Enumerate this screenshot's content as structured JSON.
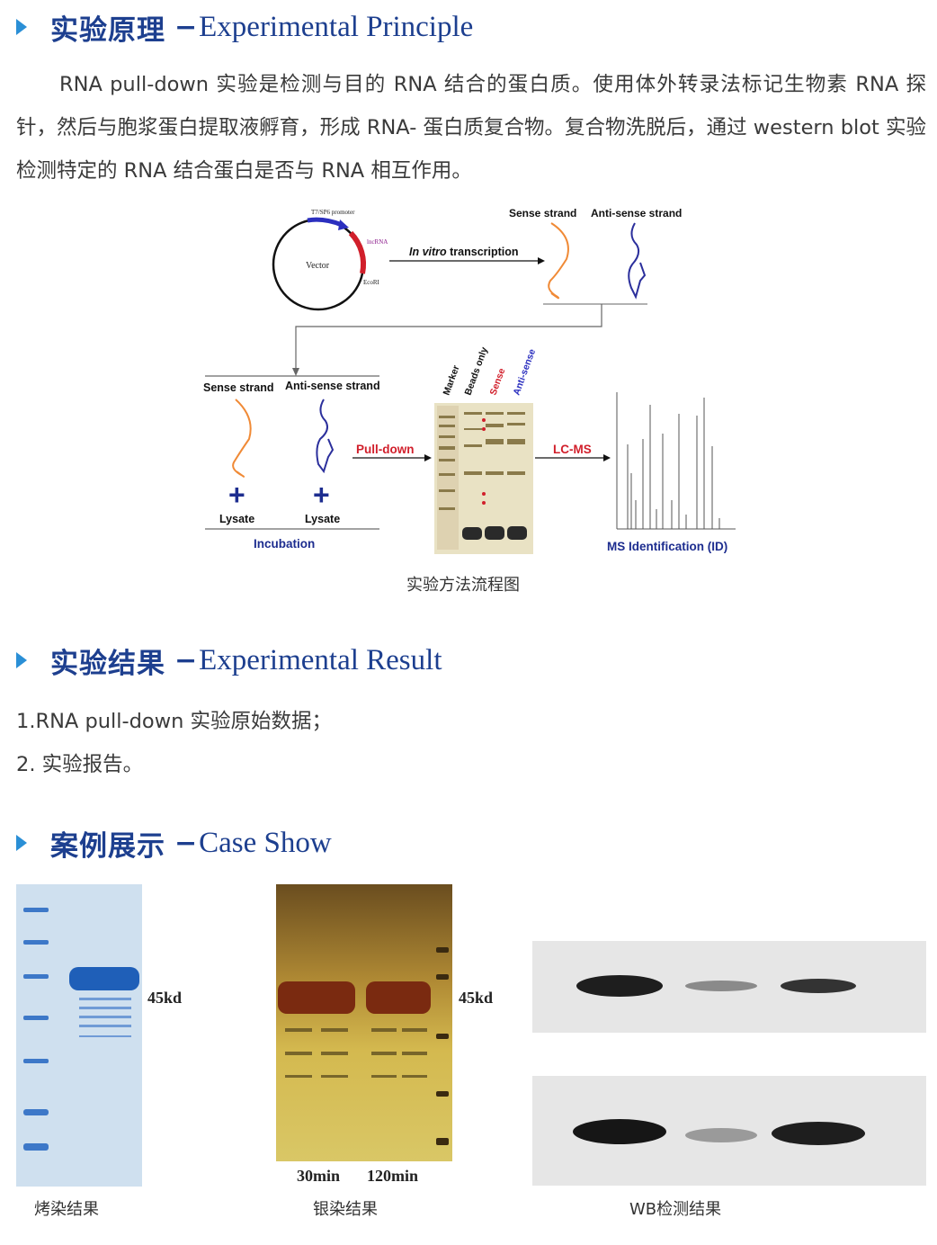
{
  "sections": {
    "principle": {
      "title_cn": "实验原理",
      "dash": "−",
      "title_en": "Experimental Principle"
    },
    "result": {
      "title_cn": "实验结果",
      "dash": "−",
      "title_en": "Experimental Result"
    },
    "case": {
      "title_cn": "案例展示",
      "dash": "−",
      "title_en": "Case Show"
    }
  },
  "principle_text": "RNA pull-down 实验是检测与目的 RNA 结合的蛋白质。使用体外转录法标记生物素 RNA 探针，然后与胞浆蛋白提取液孵育，形成 RNA- 蛋白质复合物。复合物洗脱后，通过 western blot 实验检测特定的 RNA 结合蛋白是否与 RNA 相互作用。",
  "diagram": {
    "vector_label": "Vector",
    "promoter_label": "T7/SP6 promoter",
    "lncrna_label": "lncRNA",
    "ecori_label": "EcoRI",
    "transcription_italic": "In vitro",
    "transcription_rest": " transcription",
    "sense_label": "Sense strand",
    "antisense_label": "Anti-sense strand",
    "plus": "+",
    "lysate_label": "Lysate",
    "incubation_label": "Incubation",
    "pulldown_label": "Pull-down",
    "lcms_label": "LC-MS",
    "ms_label": "MS Identification (ID)",
    "lane_labels": [
      "Marker",
      "Beads only",
      "Sense",
      "Anti-sense"
    ],
    "caption": "实验方法流程图",
    "colors": {
      "sense": "#f08a36",
      "antisense": "#2b2f9c",
      "dark_blue": "#1d2d8f",
      "red": "#d11f2b"
    }
  },
  "results": [
    "1.RNA pull-down 实验原始数据；",
    "2. 实验报告。"
  ],
  "case_show": {
    "coomassie": {
      "band_label": "45kd",
      "caption": "烤染结果"
    },
    "silver": {
      "band_label": "45kd",
      "time_labels": [
        "30min",
        "120min"
      ],
      "caption": "银染结果"
    },
    "wb": {
      "caption": "WB检测结果"
    }
  }
}
